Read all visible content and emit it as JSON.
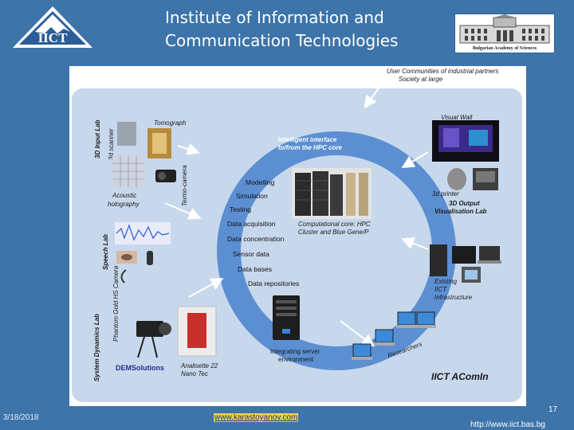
{
  "header": {
    "title_line1": "Institute of Information and",
    "title_line2": "Communication Technologies",
    "logo_text": "IICT",
    "bas_logo_text": "Bulgarian Academy of Sciences"
  },
  "diagram": {
    "top_caption_1": "User Communities of industrial partners",
    "top_caption_2": "Society at large",
    "interface_1": "Intelligent interface",
    "interface_2": "to/from the HPC core",
    "core_items": [
      "Modelling",
      "Simulation",
      "Testing",
      "Data acquisition",
      "Data concentration",
      "Sensor data",
      "Data bases",
      "Data repositories"
    ],
    "core_caption_1": "Computational core: HPC",
    "core_caption_2": "Cluster and Blue Gene/P",
    "server_caption_1": "Integrating server",
    "server_caption_2": "environment",
    "lab_input": "3D Input Lab",
    "lab_speech": "Speech Lab",
    "lab_dynamics": "System Dynamics Lab",
    "tomograph": "Tomograph",
    "scanner": "3d scanner",
    "thermo": "Termo-camera",
    "acoustic_1": "Acoustic",
    "acoustic_2": "holography",
    "phantom": "Phantom Gold HS Camera",
    "dem": "DEMSolutions",
    "analysette_1": "Analisette 22",
    "analysette_2": "Nano Tec",
    "visual_wall": "Visual Wall",
    "printer": "3d printer",
    "output_lab_1": "3D Output",
    "output_lab_2": "Visualisation Lab",
    "existing_1": "Existing",
    "existing_2": "IICT",
    "existing_3": "Infrastructure",
    "researchers": "Researchers",
    "brand": "IICT AComIn"
  },
  "footer": {
    "date": "3/18/2018",
    "link": "www.karastoyanov.com",
    "page": "17",
    "url": "http://www.iict.bas.bg"
  },
  "colors": {
    "background": "#3d74aa",
    "panel": "#c7d8ec",
    "ring": "#5c8fd2",
    "caption": "#1b2f8f"
  }
}
